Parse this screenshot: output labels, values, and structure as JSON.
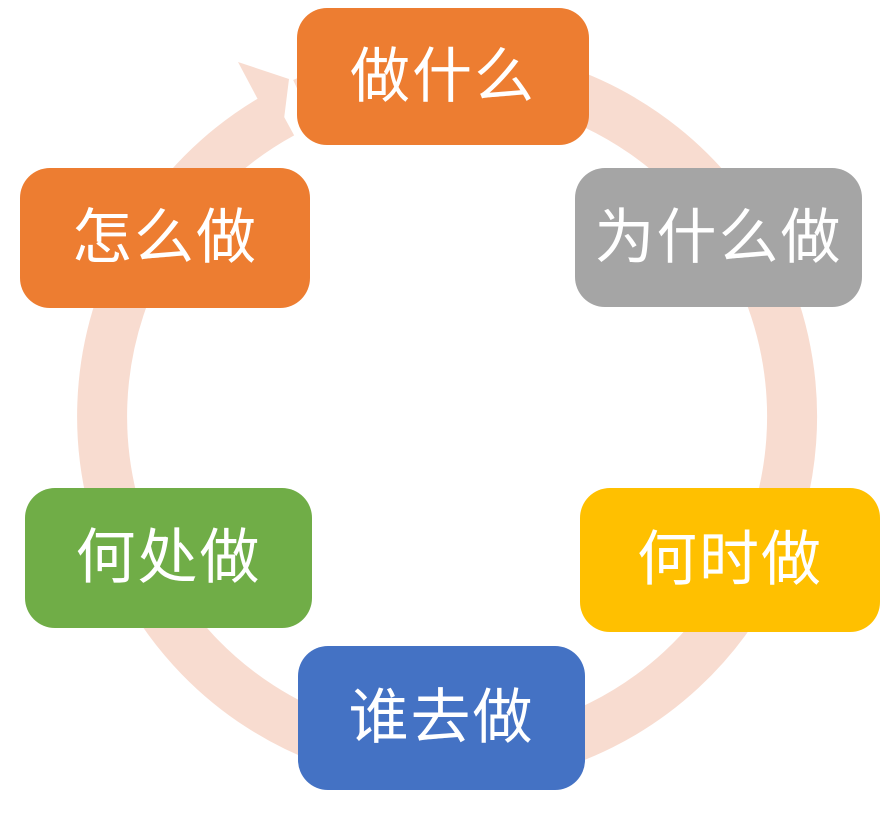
{
  "diagram": {
    "ring": {
      "color": "#F8DCD0",
      "arrow_direction": "clockwise"
    },
    "nodes": [
      {
        "id": "what",
        "label": "做什么",
        "color": "#ED7D31",
        "text_color": "#FFFFFF",
        "position": "top"
      },
      {
        "id": "why",
        "label": "为什么做",
        "color": "#A5A5A5",
        "text_color": "#FFFFFF",
        "position": "top-right"
      },
      {
        "id": "when",
        "label": "何时做",
        "color": "#FFC000",
        "text_color": "#FFFFFF",
        "position": "bottom-right"
      },
      {
        "id": "who",
        "label": "谁去做",
        "color": "#4472C4",
        "text_color": "#FFFFFF",
        "position": "bottom"
      },
      {
        "id": "where",
        "label": "何处做",
        "color": "#70AD47",
        "text_color": "#FFFFFF",
        "position": "bottom-left"
      },
      {
        "id": "how",
        "label": "怎么做",
        "color": "#ED7D31",
        "text_color": "#FFFFFF",
        "position": "top-left"
      }
    ]
  }
}
